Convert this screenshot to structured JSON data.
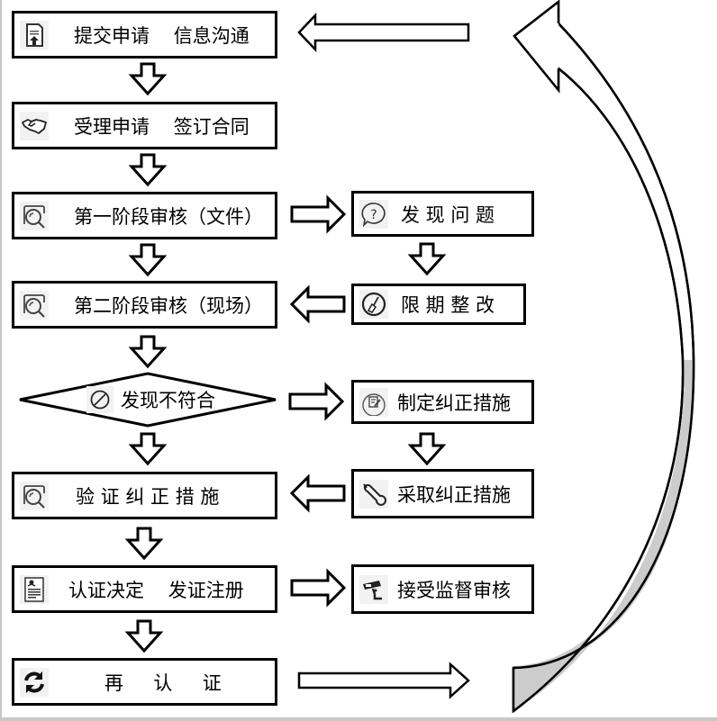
{
  "diagram": {
    "main_steps": [
      {
        "label": "提交申请    信息沟通",
        "icon": "document-upload-icon"
      },
      {
        "label": "受理申请    签订合同",
        "icon": "handshake-icon"
      },
      {
        "label": "第一阶段审核（文件）",
        "icon": "magnifier-icon"
      },
      {
        "label": "第二阶段审核（现场）",
        "icon": "magnifier-icon"
      },
      {
        "label": "发现不符合",
        "icon": "prohibited-icon",
        "shape": "diamond"
      },
      {
        "label": "验 证 纠 正 措 施",
        "icon": "magnifier-icon"
      },
      {
        "label": "认证决定    发证注册",
        "icon": "certificate-icon"
      },
      {
        "label": "再     认     证",
        "icon": "refresh-icon"
      }
    ],
    "side_steps": [
      {
        "label": "发 现 问 题",
        "icon": "question-bubble-icon"
      },
      {
        "label": "限 期 整 改",
        "icon": "broom-icon"
      },
      {
        "label": "制定纠正措施",
        "icon": "edit-document-icon"
      },
      {
        "label": "采取纠正措施",
        "icon": "wrench-icon"
      },
      {
        "label": "接受监督审核",
        "icon": "surveillance-camera-icon"
      }
    ],
    "colors": {
      "stroke": "#000000",
      "fill": "#ffffff",
      "curved_arrow_shade": "#cccccc",
      "frame": "#c8c8c8"
    }
  }
}
